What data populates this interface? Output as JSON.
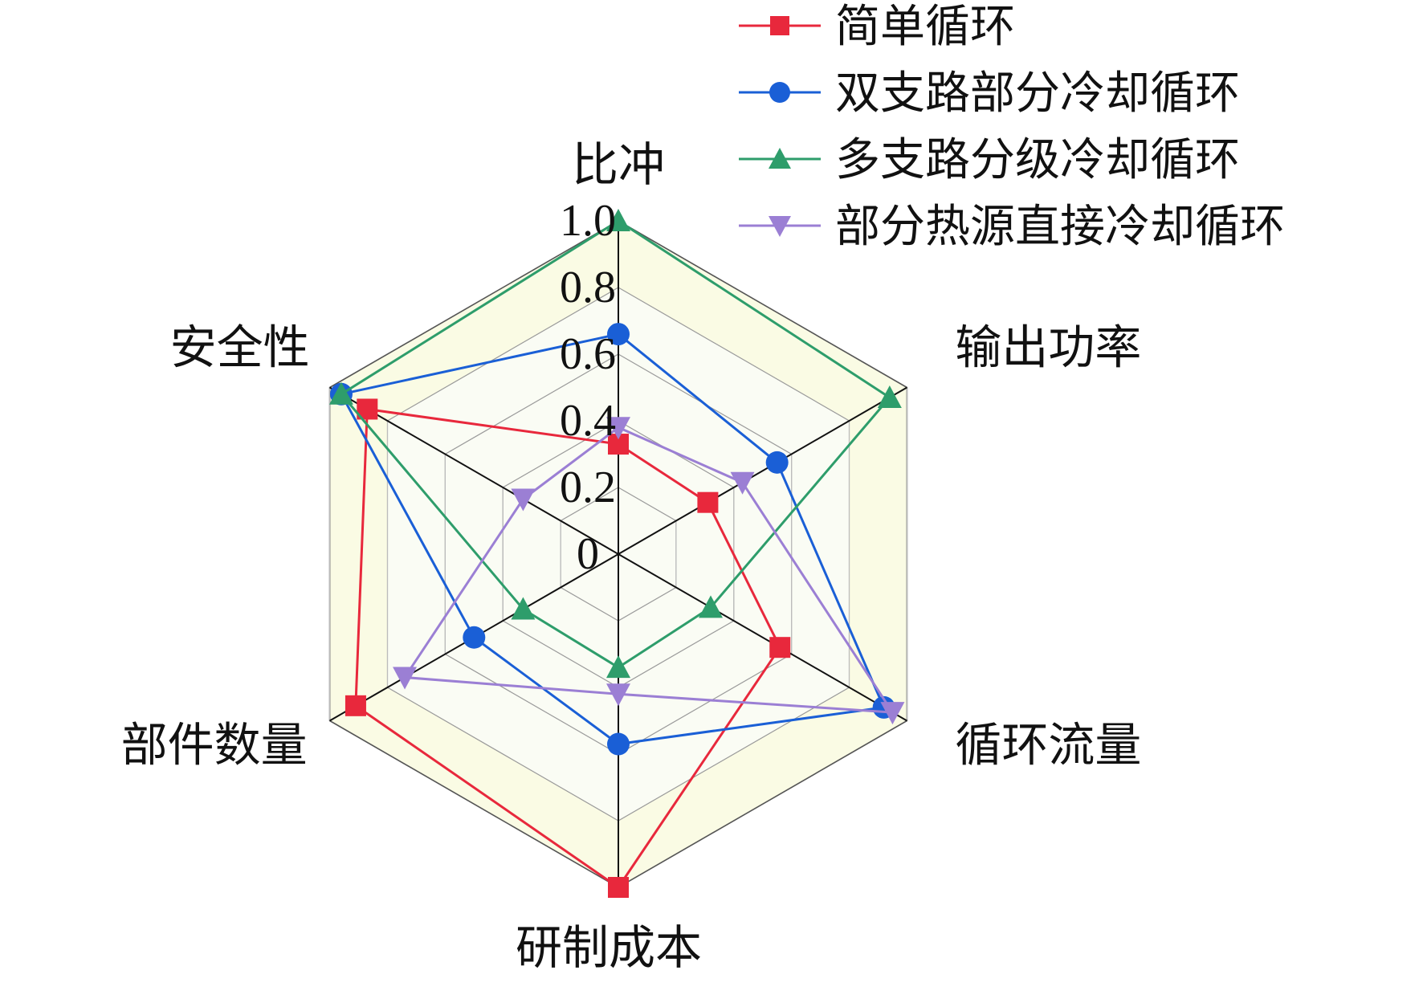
{
  "chart_data": {
    "type": "radar",
    "axes": [
      "比冲",
      "输出功率",
      "循环流量",
      "研制成本",
      "部件数量",
      "安全性"
    ],
    "rlim": [
      0,
      1.0
    ],
    "ticks": [
      "0",
      "0.2",
      "0.4",
      "0.6",
      "0.8",
      "1.0"
    ],
    "tick_values": [
      0,
      0.2,
      0.4,
      0.6,
      0.8,
      1.0
    ],
    "grid": true,
    "shaded_band": [
      0.8,
      1.0
    ],
    "legend_position": "top-right",
    "series": [
      {
        "name": "简单循环",
        "color": "#e8283c",
        "marker": "square",
        "values": [
          0.33,
          0.31,
          0.56,
          1.0,
          0.91,
          0.87
        ]
      },
      {
        "name": "双支路部分冷却循环",
        "color": "#1a5fd6",
        "marker": "circle",
        "values": [
          0.66,
          0.55,
          0.92,
          0.57,
          0.5,
          0.96
        ]
      },
      {
        "name": "多支路分级冷却循环",
        "color": "#2e9d6b",
        "marker": "triangle-up",
        "values": [
          1.0,
          0.94,
          0.32,
          0.34,
          0.33,
          0.96
        ]
      },
      {
        "name": "部分热源直接冷却循环",
        "color": "#9b7fd4",
        "marker": "triangle-down",
        "values": [
          0.38,
          0.43,
          0.95,
          0.42,
          0.74,
          0.33
        ]
      }
    ]
  }
}
